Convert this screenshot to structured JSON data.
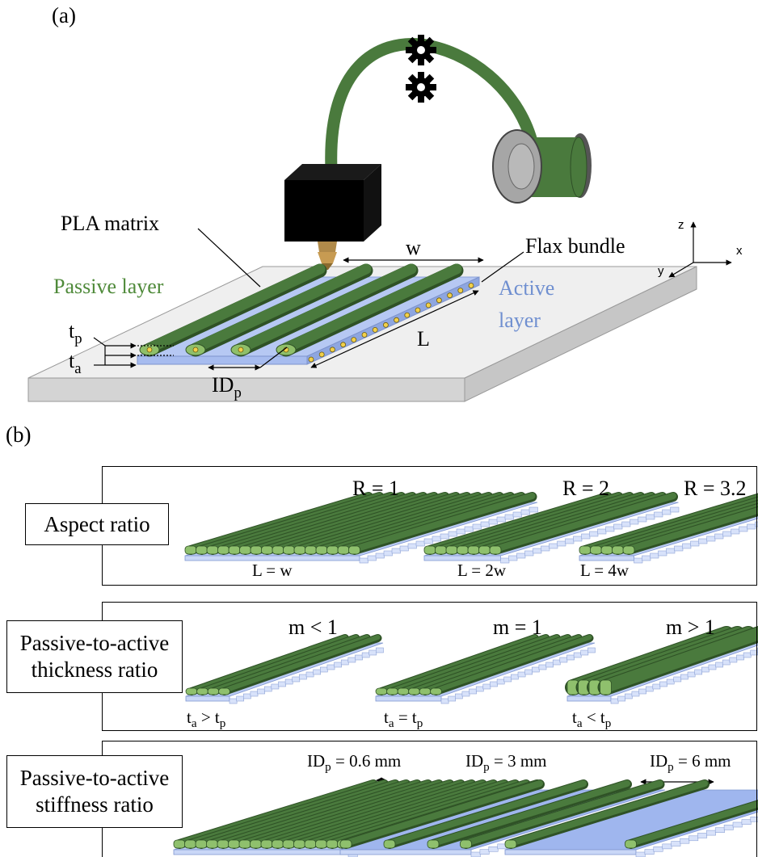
{
  "panel_a": {
    "tag": "(a)",
    "labels": {
      "pla_matrix": "PLA matrix",
      "flax_bundle": "Flax bundle",
      "passive_layer": "Passive layer",
      "active_layer_1": "Active",
      "active_layer_2": "layer",
      "w": "w",
      "L": "L",
      "t_p_base": "t",
      "t_p_sub": "p",
      "t_a_base": "t",
      "t_a_sub": "a",
      "id_p_base": "ID",
      "id_p_sub": "p"
    },
    "axes": {
      "z": "z",
      "x": "x",
      "y": "y"
    },
    "colors": {
      "pla_green": "#4a7a3d",
      "active_blue": "#aabff0",
      "nozzle": "#000000",
      "plate": "#eeeeee"
    }
  },
  "panel_b": {
    "tag": "(b)",
    "rows": [
      {
        "category": "Aspect ratio",
        "variants": [
          {
            "ratio": "R = 1",
            "note": "L = w"
          },
          {
            "ratio": "R = 2",
            "note": "L = 2w"
          },
          {
            "ratio": "R = 3.2",
            "note": "L = 4w"
          }
        ]
      },
      {
        "category_1": "Passive-to-active",
        "category_2": "thickness ratio",
        "variants": [
          {
            "ratio": "m < 1",
            "note_base": "t",
            "note_sub1": "a",
            "note_op": " > t",
            "note_sub2": "p"
          },
          {
            "ratio": "m = 1",
            "note_base": "t",
            "note_sub1": "a",
            "note_op": " = t",
            "note_sub2": "p"
          },
          {
            "ratio": "m > 1",
            "note_base": "t",
            "note_sub1": "a",
            "note_op": " < t",
            "note_sub2": "p"
          }
        ]
      },
      {
        "category_1": "Passive-to-active",
        "category_2": "stiffness ratio",
        "variants": [
          {
            "id_base": "ID",
            "id_sub": "p",
            "id_val": " = 0.6 mm"
          },
          {
            "id_base": "ID",
            "id_sub": "p",
            "id_val": " = 3 mm"
          },
          {
            "id_base": "ID",
            "id_sub": "p",
            "id_val": " = 6 mm"
          }
        ]
      }
    ]
  }
}
